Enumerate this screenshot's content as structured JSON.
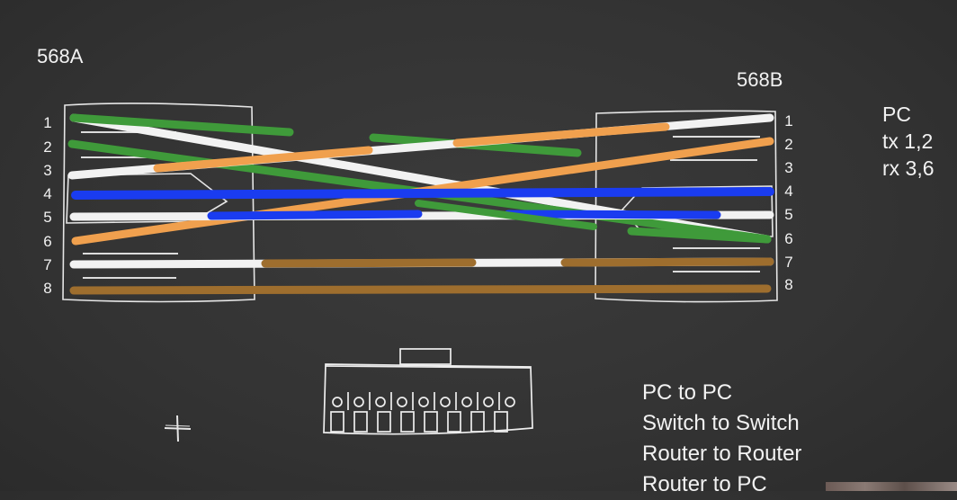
{
  "left_standard": "568A",
  "right_standard": "568B",
  "pin_numbers": [
    "1",
    "2",
    "3",
    "4",
    "5",
    "6",
    "7",
    "8"
  ],
  "pc_info": [
    "PC",
    "tx 1,2",
    "rx 3,6"
  ],
  "use_cases": [
    "PC to PC",
    "Switch to Switch",
    "Router to Router",
    "Router to PC"
  ],
  "colors": {
    "green": "#3f9a3a",
    "white": "#f2f2f2",
    "orange": "#f0a04e",
    "blue": "#1a3cf0",
    "brown": "#a07030",
    "chalk": "#e8e8e8",
    "background": "#333333"
  },
  "icons": [
    "plus-icon",
    "rj45-connector-front-icon"
  ]
}
